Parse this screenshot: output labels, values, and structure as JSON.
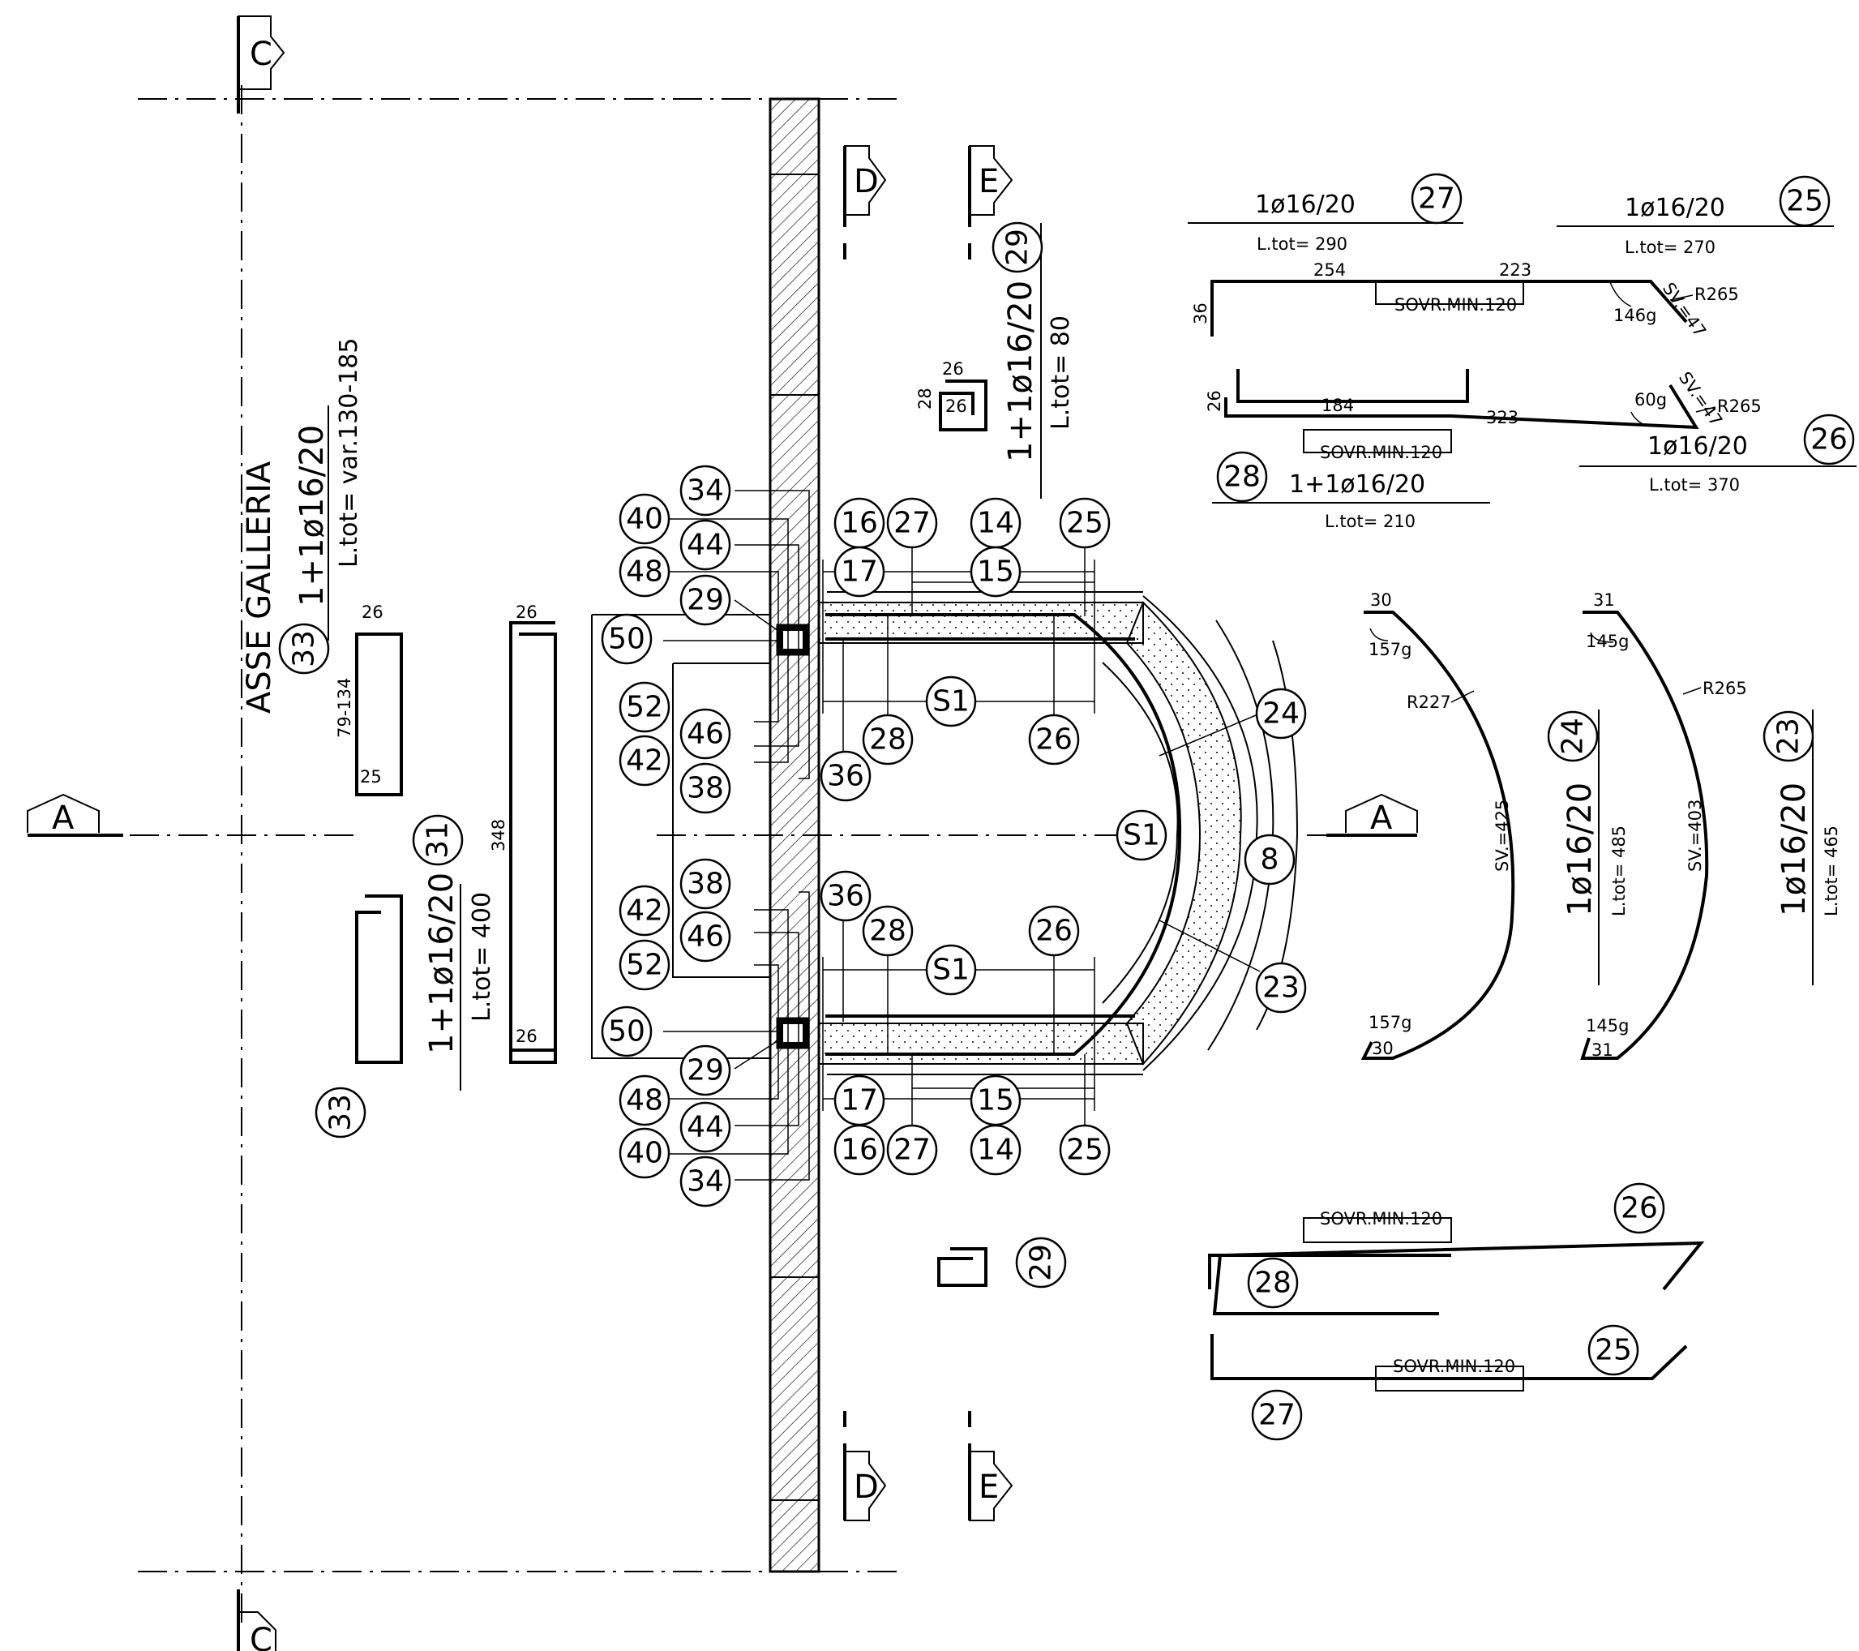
{
  "axis_title": "ASSE GALLERIA",
  "section_marks": {
    "c_top": "C",
    "c_bottom": "C",
    "a_left": "A",
    "a_right": "A",
    "d_top": "D",
    "d_bottom": "D",
    "e_top": "E",
    "e_bottom": "E"
  },
  "left_bars": {
    "b33_tag": "33",
    "b33_formula": "1+1ø16/20",
    "b33_length": "L.tot= var.130-185",
    "b33_dim_top": "26",
    "b33_dim_side": "79-134",
    "b33_dim_bottom": "25",
    "b33_tag_lower": "33",
    "b31_tag": "31",
    "b31_formula": "1+1ø16/20",
    "b31_length": "L.tot= 400",
    "b31_dim_top": "26",
    "b31_dim_side": "348",
    "b31_dim_bottom": "26"
  },
  "bar29": {
    "tag": "29",
    "formula": "1+1ø16/20",
    "length": "L.tot= 80",
    "dim_top": "26",
    "dim_left": "28",
    "dim_inner": "26",
    "tag_lower": "29"
  },
  "bar27": {
    "tag": "27",
    "formula": "1ø16/20",
    "length": "L.tot= 290",
    "dim_hook": "36",
    "dim_a": "254",
    "dim_b": "223",
    "lap": "SOVR.MIN.120",
    "angle": "146g"
  },
  "bar25": {
    "tag": "25",
    "formula": "1ø16/20",
    "length": "L.tot= 270",
    "sv": "SV.=47",
    "radius": "R265"
  },
  "bar28": {
    "tag": "28",
    "formula": "1+1ø16/20",
    "length": "L.tot= 210",
    "dim_hook": "26",
    "dim_a": "184",
    "lap": "SOVR.MIN.120"
  },
  "bar26": {
    "tag": "26",
    "formula": "1ø16/20",
    "length": "L.tot= 370",
    "dim_a": "323",
    "angle": "60g",
    "sv": "SV.=47",
    "radius": "R265"
  },
  "bar24": {
    "tag": "24",
    "formula": "1ø16/20",
    "length": "L.tot= 485",
    "end_top": "30",
    "end_bottom": "30",
    "angle_top": "157g",
    "angle_bottom": "157g",
    "radius": "R227",
    "sv": "SV.=425"
  },
  "bar23": {
    "tag": "23",
    "formula": "1ø16/20",
    "length": "L.tot= 465",
    "end_top": "31",
    "end_bottom": "31",
    "angle_top": "145g",
    "angle_bottom": "145g",
    "radius": "R265",
    "sv": "SV.=403"
  },
  "lap_details": {
    "lap_top": "SOVR.MIN.120",
    "lap_bottom": "SOVR.MIN.120",
    "tag26": "26",
    "tag28": "28",
    "tag25": "25",
    "tag27": "27"
  },
  "section_tags": {
    "t34a": "34",
    "t40a": "40",
    "t44a": "44",
    "t48a": "48",
    "t29a": "29",
    "t50a": "50",
    "t52a": "52",
    "t46a": "46",
    "t42a": "42",
    "t38a": "38",
    "t16a": "16",
    "t27a": "27",
    "t14a": "14",
    "t25a": "25",
    "t17a": "17",
    "t15a": "15",
    "ts1a": "S1",
    "t28a": "28",
    "t26a": "26",
    "t36a": "36",
    "t24": "24",
    "ts1m": "S1",
    "t8": "8",
    "t38b": "38",
    "t36b": "36",
    "t42b": "42",
    "t46b": "46",
    "t28b": "28",
    "t26b": "26",
    "t52b": "52",
    "ts1b": "S1",
    "t23": "23",
    "t50b": "50",
    "t29b": "29",
    "t48b": "48",
    "t17b": "17",
    "t15b": "15",
    "t44b": "44",
    "t40b": "40",
    "t16b": "16",
    "t27b": "27",
    "t14b": "14",
    "t25b": "25",
    "t34b": "34"
  }
}
